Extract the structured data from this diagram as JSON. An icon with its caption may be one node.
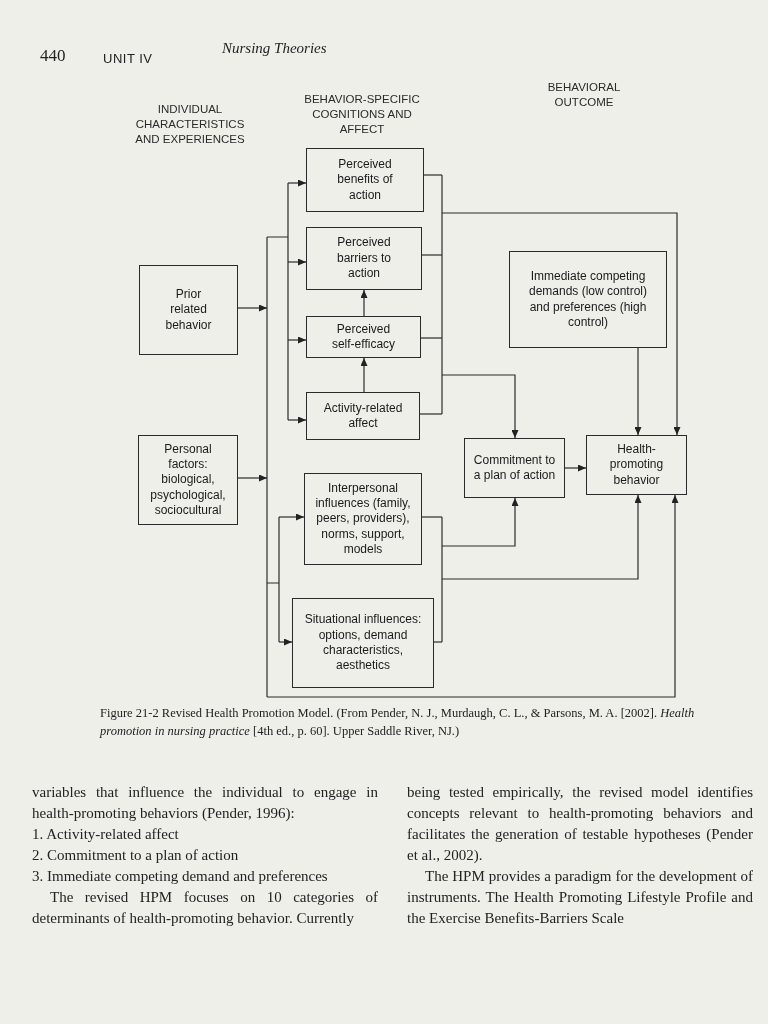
{
  "diagram": {
    "caption": "Figure 21-2 Revised Health Promotion Model. (From Pender, N. J., Murdaugh, C. L., & Parsons, M. A. [2002]. *Health promotion in nursing practice* [4th ed., p. 60]. Upper Saddle River, NJ.)",
    "nodes": [
      {
        "text": [
          "Prior related behavior"
        ]
      },
      {
        "text": [
          "Personal factors: biological, psychological, sociocultural"
        ]
      },
      {
        "text": [
          "Perceived benefits of action"
        ]
      },
      {
        "text": [
          "Perceived barriers to action"
        ]
      },
      {
        "text": [
          "Perceived self-efficacy"
        ]
      },
      {
        "text": [
          "Activity-related affect"
        ]
      },
      {
        "text": [
          "Interpersonal influences (family, peers, providers), norms, support, models"
        ]
      },
      {
        "text": [
          "Situational influences: options, demand characteristics, aesthetics"
        ]
      },
      {
        "text": [
          "Immediate competing demands (low control) and preferences (high control)"
        ]
      },
      {
        "text": [
          "Commitment to a plan of action"
        ]
      },
      {
        "text": [
          "Health-promoting behavior"
        ]
      }
    ],
    "edges": [
      {
        "from": 0,
        "to": 2,
        "arrow": "to"
      },
      {
        "from": 0,
        "to": 3,
        "arrow": "to"
      },
      {
        "from": 0,
        "to": 4,
        "arrow": "to"
      },
      {
        "from": 0,
        "to": 5,
        "arrow": "to"
      },
      {
        "from": 0,
        "to": 6,
        "arrow": "to"
      },
      {
        "from": 0,
        "to": 7,
        "arrow": "to"
      },
      {
        "from": 0,
        "to": 10,
        "arrow": "to"
      },
      {
        "from": 1,
        "to": 2,
        "arrow": "to"
      },
      {
        "from": 1,
        "to": 3,
        "arrow": "to"
      },
      {
        "from": 1,
        "to": 4,
        "arrow": "to"
      },
      {
        "from": 1,
        "to": 5,
        "arrow": "to"
      },
      {
        "from": 1,
        "to": 6,
        "arrow": "to"
      },
      {
        "from": 1,
        "to": 7,
        "arrow": "to"
      },
      {
        "from": 1,
        "to": 10,
        "arrow": "to"
      },
      {
        "from": 4,
        "to": 3,
        "arrow": "to"
      },
      {
        "from": 5,
        "to": 4,
        "arrow": "to"
      },
      {
        "from": 2,
        "to": 9,
        "arrow": "to"
      },
      {
        "from": 2,
        "to": 10,
        "arrow": "to"
      },
      {
        "from": 3,
        "to": 9,
        "arrow": "to"
      },
      {
        "from": 3,
        "to": 10,
        "arrow": "to"
      },
      {
        "from": 4,
        "to": 9,
        "arrow": "to"
      },
      {
        "from": 4,
        "to": 10,
        "arrow": "to"
      },
      {
        "from": 5,
        "to": 9,
        "arrow": "to"
      },
      {
        "from": 5,
        "to": 10,
        "arrow": "to"
      },
      {
        "from": 6,
        "to": 9,
        "arrow": "to"
      },
      {
        "from": 6,
        "to": 10,
        "arrow": "to"
      },
      {
        "from": 7,
        "to": 9,
        "arrow": "to"
      },
      {
        "from": 7,
        "to": 10,
        "arrow": "to"
      },
      {
        "from": 8,
        "to": 10,
        "arrow": "to"
      },
      {
        "from": 9,
        "to": 10,
        "arrow": "to"
      }
    ],
    "labels": [
      "440",
      "UNIT IV",
      "Nursing Theories",
      "INDIVIDUAL CHARACTERISTICS AND EXPERIENCES",
      "BEHAVIOR-SPECIFIC COGNITIONS AND AFFECT",
      "BEHAVIORAL OUTCOME",
      "variables that influence the individual to engage in health-promoting behaviors (Pender, 1996):",
      "1. Activity-related affect",
      "2. Commitment to a plan of action",
      "3. Immediate competing demand and preferences",
      "The revised HPM focuses on 10 categories of determinants of health-promoting behavior. Currently",
      "being tested empirically, the revised model identifies concepts relevant to health-promoting behaviors and facilitates the generation of testable hypotheses (Pender et al., 2002).",
      "The HPM provides a paradigm for the development of instruments. The Health Promoting Lifestyle Profile and the Exercise Benefits-Barriers Scale"
    ]
  }
}
